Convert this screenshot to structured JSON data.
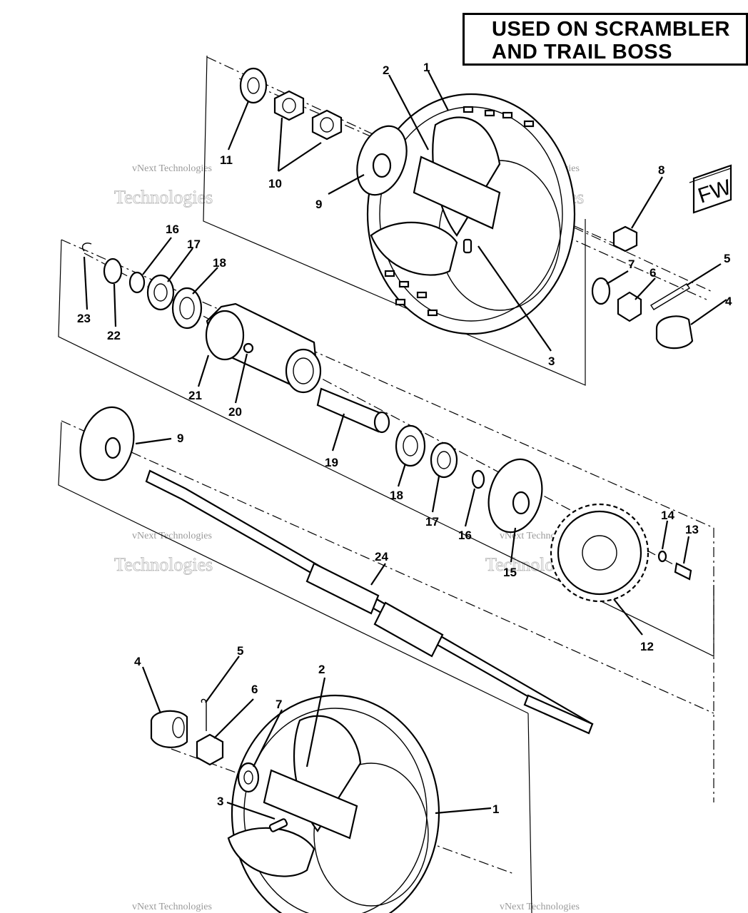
{
  "title": {
    "line1": "USED ON SCRAMBLER",
    "line2": "AND TRAIL BOSS"
  },
  "direction_sign": "FW",
  "watermark": {
    "line1": "vNext Technologies",
    "line2": "Technologies"
  },
  "callouts": [
    {
      "id": "c1a",
      "text": "1"
    },
    {
      "id": "c2a",
      "text": "2"
    },
    {
      "id": "c3a",
      "text": "3"
    },
    {
      "id": "c4a",
      "text": "4"
    },
    {
      "id": "c5a",
      "text": "5"
    },
    {
      "id": "c6a",
      "text": "6"
    },
    {
      "id": "c7a",
      "text": "7"
    },
    {
      "id": "c8",
      "text": "8"
    },
    {
      "id": "c9a",
      "text": "9"
    },
    {
      "id": "c10",
      "text": "10"
    },
    {
      "id": "c11",
      "text": "11"
    },
    {
      "id": "c16a",
      "text": "16"
    },
    {
      "id": "c17a",
      "text": "17"
    },
    {
      "id": "c18a",
      "text": "18"
    },
    {
      "id": "c23",
      "text": "23"
    },
    {
      "id": "c22",
      "text": "22"
    },
    {
      "id": "c21",
      "text": "21"
    },
    {
      "id": "c20",
      "text": "20"
    },
    {
      "id": "c19",
      "text": "19"
    },
    {
      "id": "c9b",
      "text": "9"
    },
    {
      "id": "c18b",
      "text": "18"
    },
    {
      "id": "c17b",
      "text": "17"
    },
    {
      "id": "c16b",
      "text": "16"
    },
    {
      "id": "c15",
      "text": "15"
    },
    {
      "id": "c14",
      "text": "14"
    },
    {
      "id": "c13",
      "text": "13"
    },
    {
      "id": "c12",
      "text": "12"
    },
    {
      "id": "c24",
      "text": "24"
    },
    {
      "id": "c4b",
      "text": "4"
    },
    {
      "id": "c5b",
      "text": "5"
    },
    {
      "id": "c6b",
      "text": "6"
    },
    {
      "id": "c7b",
      "text": "7"
    },
    {
      "id": "c2b",
      "text": "2"
    },
    {
      "id": "c3b",
      "text": "3"
    },
    {
      "id": "c1b",
      "text": "1"
    }
  ]
}
